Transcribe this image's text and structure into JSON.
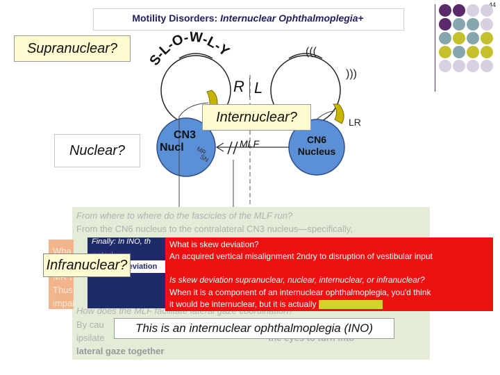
{
  "slide_number": "44",
  "title": {
    "prefix": "Motility Disorders: ",
    "italic": "Internuclear Ophthalmoplegia",
    "suffix": "+"
  },
  "labels": {
    "supranuclear": "Supranuclear?",
    "slowly": "S-L-O-W-L-Y",
    "nuclear": "Nuclear?",
    "internuclear": "Internuclear?",
    "infranuclear": "Infranuclear?",
    "r": "R",
    "l": "L",
    "lr": "LR",
    "cn3": "CN3",
    "cn3_sub": "Nucl",
    "mr": "MR",
    "sn": "SN",
    "mlf": "MLF",
    "cn6_1": "CN6",
    "cn6_2": "Nucleus",
    "nystagmus": "(((",
    "nystagmus_r": ")))"
  },
  "background_text": {
    "line1": "From where to where do the fascicles of the MLF run?",
    "line2": "From the CN6 nucleus to the  contralateral  CN3 nucleus—specifically,",
    "line7": "How does the MLF facilitate lateral gaze coordination?",
    "line8": "By cau",
    "line9": "ipsilate",
    "line9b": "lateral gaze together",
    "line9c": "the eyes to turn into"
  },
  "orange_text": {
    "l1": "Wha",
    "l2": "MR t",
    "l3": "Thus",
    "l4": "impai"
  },
  "navy": {
    "finally": "Finally: In INO, th",
    "tested": "noted",
    "pill": "deviation"
  },
  "red_popup": {
    "q1": "What is skew deviation?",
    "a1": "An acquired vertical misalignment 2ndry to disruption of vestibular input",
    "q2": "Is skew deviation supranuclear, nuclear, internuclear, or infranuclear?",
    "a2_1": "When it is a component of an internuclear ophthalmoplegia, you'd think",
    "a2_2": "it would be internuclear, but it is actually"
  },
  "ino_box": "This is an internuclear ophthalmoplegia (INO)",
  "colors": {
    "title": "#1f1f5e",
    "label_fill": "#fffbd0",
    "panel_green": "#e3ecd6",
    "popup_red": "#ee1111",
    "popup_navy": "#1f2a6b",
    "mr_yellow": "#c8b400",
    "dot_purple": "#5b2a6b",
    "dot_teal": "#84a6ac",
    "dot_olive": "#c5c02e",
    "dot_lavender": "#d8d0e0"
  }
}
